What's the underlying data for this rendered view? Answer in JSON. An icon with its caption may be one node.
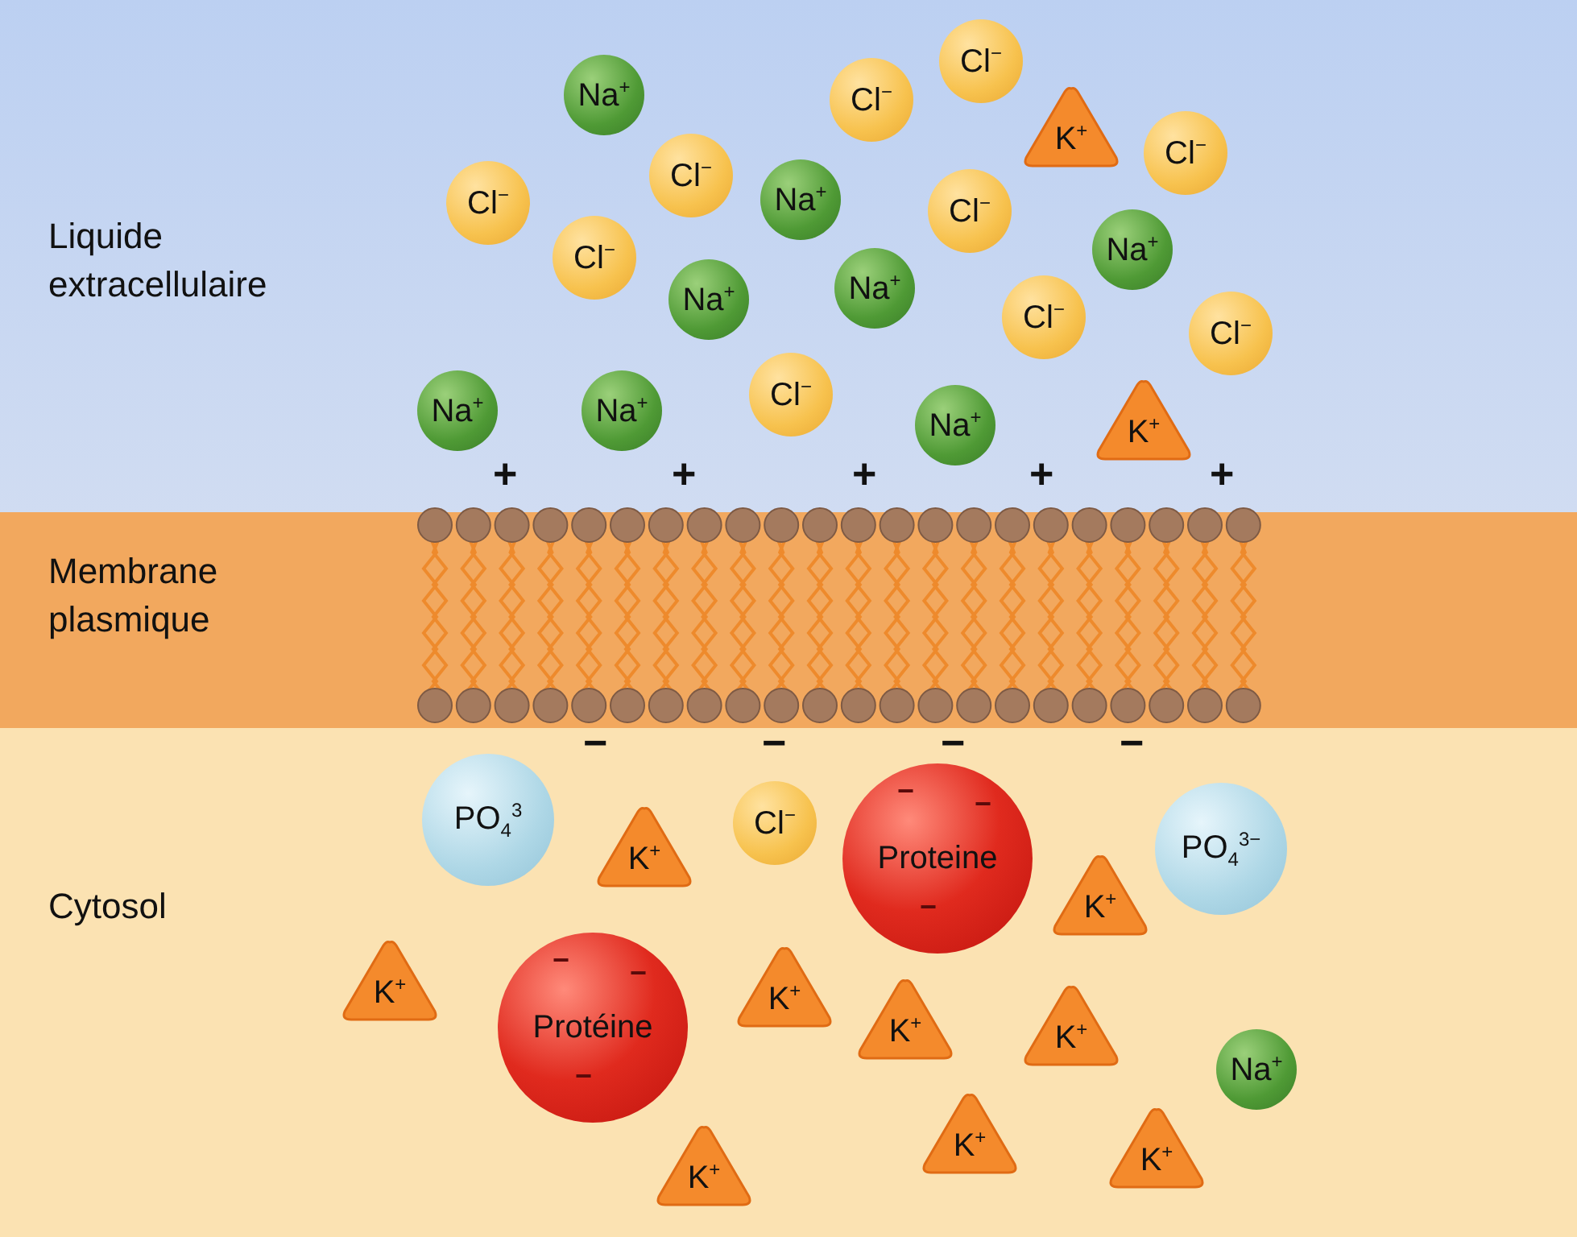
{
  "diagram": {
    "nodes": [
      {
        "text": [
          "Cl$^{−}$"
        ]
      },
      {
        "text": [
          "Na$^{+}$"
        ]
      },
      {
        "text": [
          "Cl$^{−}$"
        ]
      },
      {
        "text": [
          "K$^{+}$"
        ]
      },
      {
        "text": [
          "Cl$^{−}$"
        ]
      },
      {
        "text": [
          "Cl$^{−}$"
        ]
      },
      {
        "text": [
          "Cl$^{−}$"
        ]
      },
      {
        "text": [
          "Na$^{+}$"
        ]
      },
      {
        "text": [
          "Cl$^{−}$"
        ]
      },
      {
        "text": [
          "Cl$^{−}$"
        ]
      },
      {
        "text": [
          "Na$^{+}$"
        ]
      },
      {
        "text": [
          "Na$^{+}$"
        ]
      },
      {
        "text": [
          "Na$^{+}$"
        ]
      },
      {
        "text": [
          "Cl$^{−}$"
        ]
      },
      {
        "text": [
          "Cl$^{−}$"
        ]
      },
      {
        "text": [
          "Na$^{+}$"
        ]
      },
      {
        "text": [
          "Na$^{+}$"
        ]
      },
      {
        "text": [
          "Cl$^{−}$"
        ]
      },
      {
        "text": [
          "Na$^{+}$"
        ]
      },
      {
        "text": [
          "K$^{+}$"
        ]
      },
      {
        "text": [
          "PO$_{4}$$^{3}$"
        ]
      },
      {
        "text": [
          "K$^{+}$"
        ]
      },
      {
        "text": [
          "Cl$^{−}$"
        ]
      },
      {
        "text": [
          "−",
          "−",
          "Proteine",
          "−"
        ]
      },
      {
        "text": [
          "K$^{+}$"
        ]
      },
      {
        "text": [
          "PO$_{4}$$^{3−}$"
        ]
      },
      {
        "text": [
          "K$^{+}$"
        ]
      },
      {
        "text": [
          "K$^{+}$"
        ]
      },
      {
        "text": [
          "K$^{+}$"
        ]
      },
      {
        "text": [
          "K$^{+}$"
        ]
      },
      {
        "text": [
          "−",
          "−",
          "Protéine",
          "−"
        ]
      },
      {
        "text": [
          "Na$^{+}$"
        ]
      },
      {
        "text": [
          "K$^{+}$"
        ]
      },
      {
        "text": [
          "K$^{+}$"
        ]
      },
      {
        "text": [
          "K$^{+}$"
        ]
      }
    ],
    "labels": [
      "Liquide extracellulaire",
      "Membrane plasmique",
      "Cytosol",
      "+",
      "+",
      "+",
      "+",
      "+",
      "−",
      "−",
      "−",
      "−"
    ]
  }
}
